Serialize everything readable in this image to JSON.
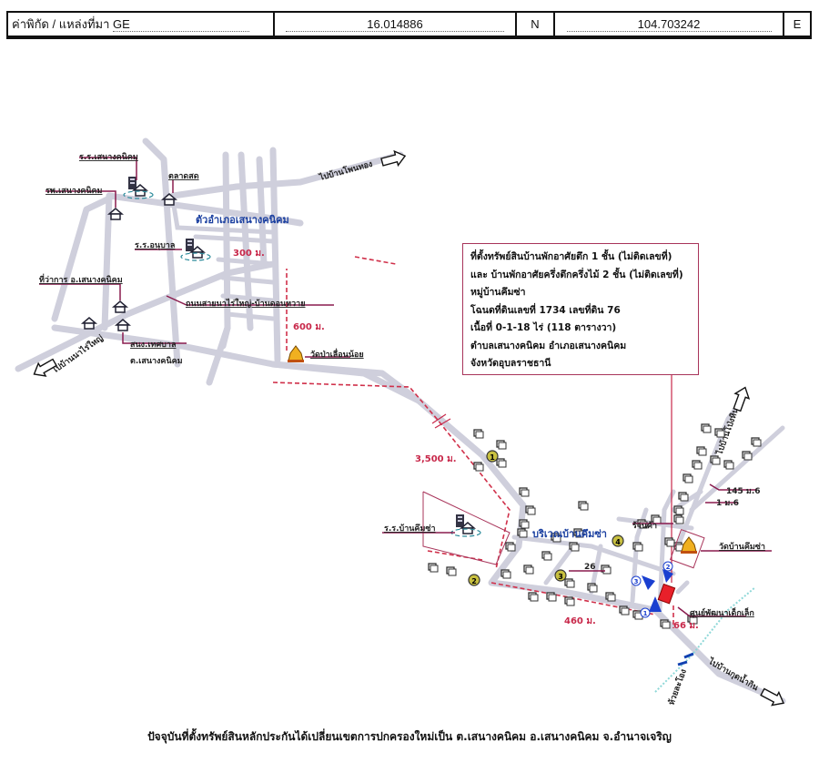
{
  "header": {
    "label": "ค่าพิกัด / แหล่งที่มา",
    "source": "GE",
    "latitude": "16.014886",
    "lat_unit": "N",
    "longitude": "104.703242",
    "lon_unit": "E"
  },
  "info_box": {
    "lines": [
      "ที่ตั้งทรัพย์สินบ้านพักอาศัยตึก 1 ชั้น (ไม่ติดเลขที่)",
      "และ บ้านพักอาศัยครึ่งตึกครึ่งไม้ 2 ชั้น (ไม่ติดเลขที่)",
      "หมู่บ้านคึมซ่า",
      "โฉนดที่ดินเลขที่   1734   เลขที่ดิน  76",
      "เนื้อที่   0-1-18  ไร่   (118   ตารางวา)",
      "ตำบลเสนางคนิคม   อำเภอเสนางคนิคม",
      "จังหวัดอุบลราชธานี"
    ]
  },
  "map": {
    "town_name": "ตัวอำเภอเสนางคนิคม",
    "village_name": "บริเวณบ้านคึมซ่า",
    "places": {
      "school_senang": "ร.ร.เสนางคนิคม",
      "hospital": "รพ.เสนางคนิคม",
      "market": "ตลาดสด",
      "kindergarten": "ร.ร.อนุบาล",
      "district_office": "ที่ว่าการ อ.เสนางคนิคม",
      "municipal_office": "สนง.เทศบาล",
      "tambon": "ต.เสนางคนิคม",
      "road_name": "ถนนสายนาไร่ใหญ่-บ้านดอนหวาย",
      "temple_pa": "วัดป่าเลื่อนน้อย",
      "school_khum": "ร.ร.บ้านคึมซ่า",
      "shop": "ร้านค้า",
      "temple_khum": "วัดบ้านคึมซ่า",
      "child_center": "ศูนย์พัฒนาเด็กเล็ก",
      "house_145": "145 ม.6",
      "house_1": "1 ม.6",
      "house_26": "26",
      "creek": "ห้วยละโอง"
    },
    "directions": {
      "to_phon_thong": "ไปบ้านโพนทอง",
      "to_na_rai_yai": "ไปบ้านนาไร่ใหญ่",
      "to_pong_hin": "ไปบ้านโป่งหิน",
      "to_kut_nam_kin": "ไปบ้านกุดน้ำกิน"
    },
    "distances": {
      "d300": "300 ม.",
      "d600": "600 ม.",
      "d3500": "3,500 ม.",
      "d460": "460 ม.",
      "d66": "66 ม."
    },
    "markers": [
      "1",
      "2",
      "3",
      "4"
    ],
    "photo_points": [
      "1",
      "2",
      "3"
    ],
    "colors": {
      "road": "#cfcfdc",
      "route": "#d0304a",
      "property": "#e8202a",
      "leader": "#8a1c4e",
      "area_label": "#1a3fa0"
    }
  },
  "caption": "ปัจจุบันที่ตั้งทรัพย์สินหลักประกันได้เปลี่ยนเขตการปกครองใหม่เป็น ต.เสนางคนิคม อ.เสนางคนิคม จ.อำนาจเจริญ"
}
